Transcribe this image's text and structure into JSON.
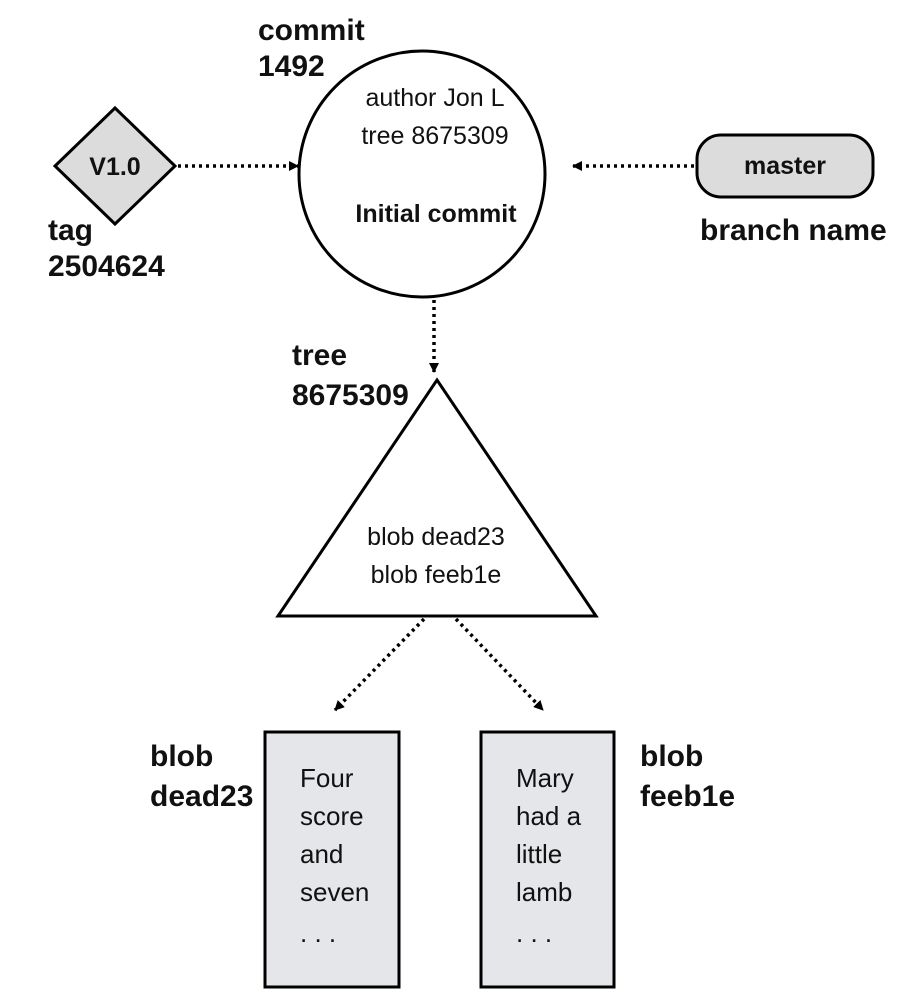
{
  "commit": {
    "type": "commit",
    "id": "1492",
    "lines": [
      "author Jon L",
      "tree 8675309"
    ],
    "message": "Initial commit"
  },
  "tag": {
    "type": "tag",
    "id": "2504624",
    "name": "V1.0"
  },
  "branch": {
    "name": "master",
    "caption": "branch name"
  },
  "tree": {
    "type": "tree",
    "id": "8675309",
    "entries": [
      "blob dead23",
      "blob feeb1e"
    ]
  },
  "blobs": [
    {
      "type": "blob",
      "id": "dead23",
      "content": [
        "Four",
        "score",
        "and",
        "seven",
        ". . ."
      ]
    },
    {
      "type": "blob",
      "id": "feeb1e",
      "content": [
        "Mary",
        "had a",
        "little",
        "lamb",
        ". . ."
      ]
    }
  ],
  "colors": {
    "shape_fill": "#dcdcdc",
    "blob_fill": "#e4e6ea",
    "stroke": "#000000",
    "background": "#ffffff"
  }
}
